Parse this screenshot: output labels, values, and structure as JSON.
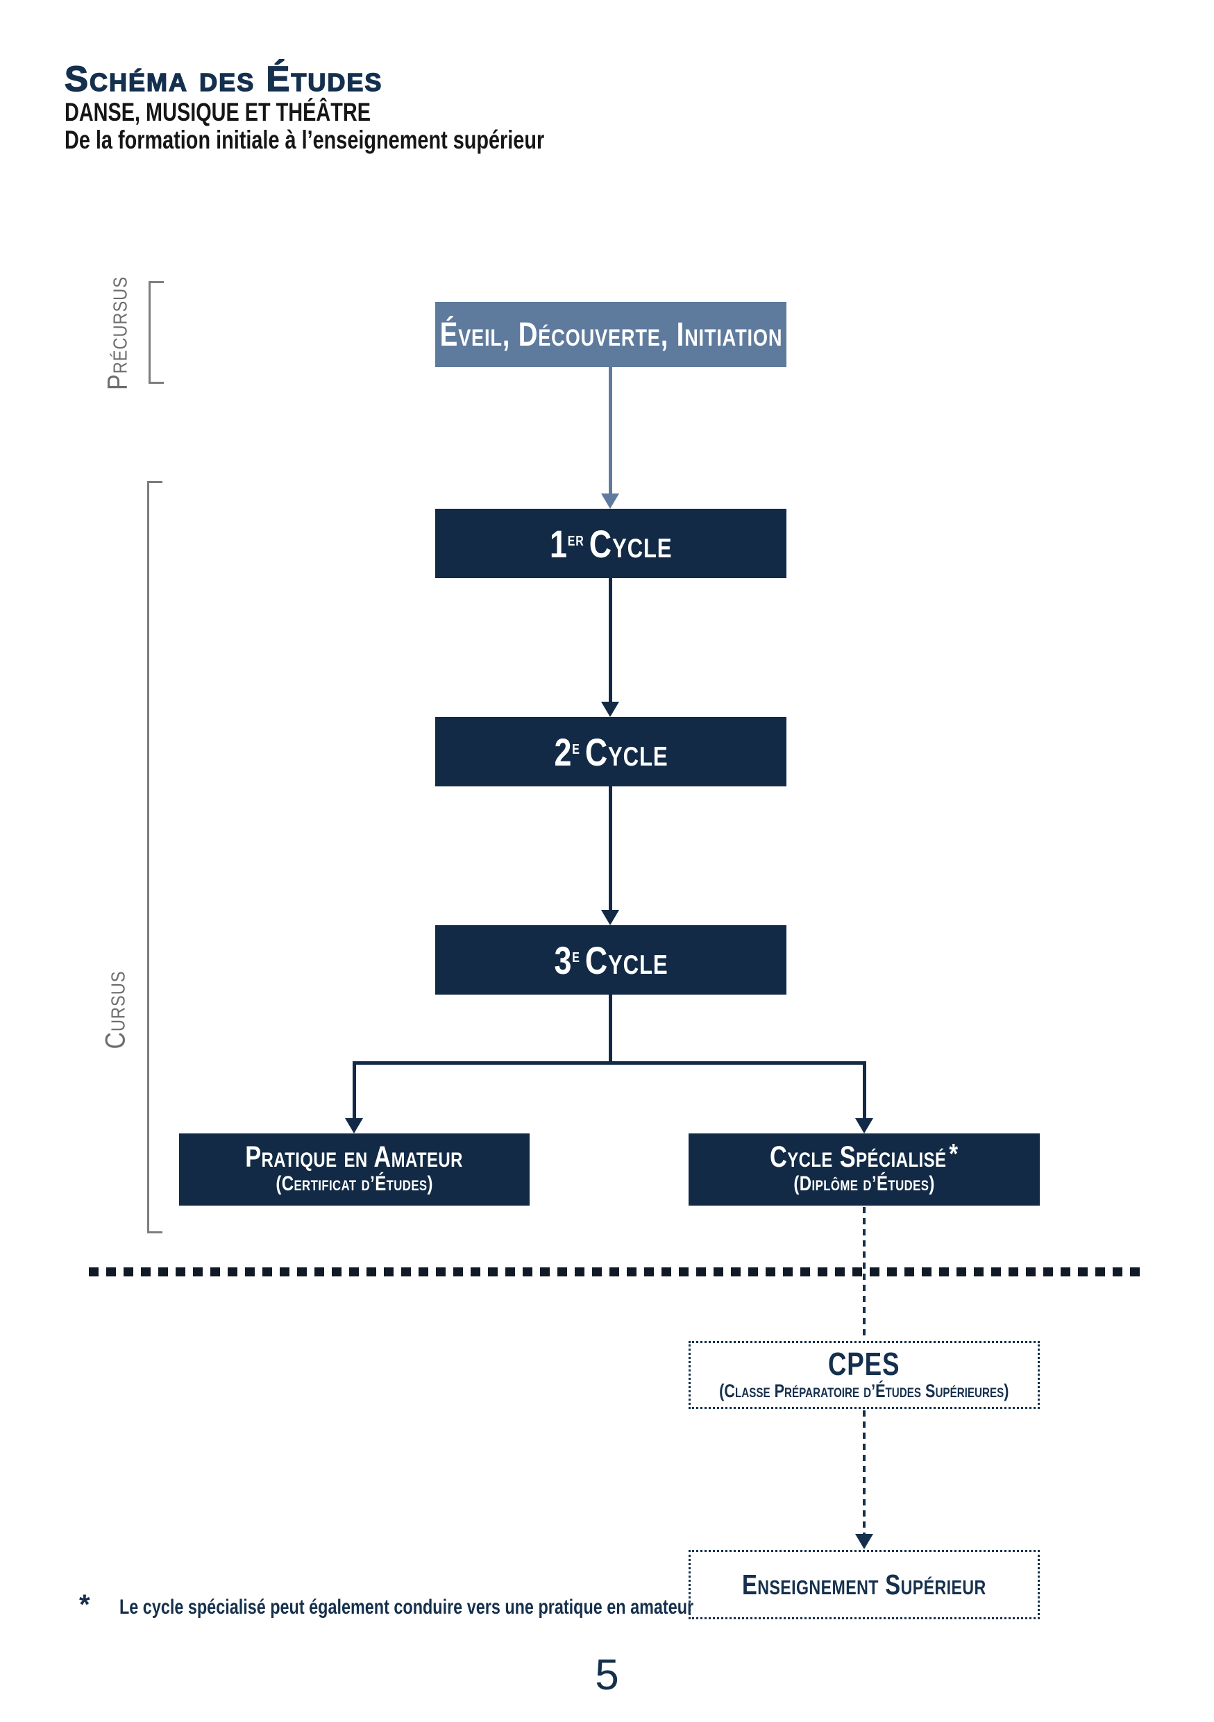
{
  "page": {
    "title": "Schéma des Études",
    "subtitle_line1": "DANSE, MUSIQUE ET THÉÂTRE",
    "subtitle_line2": "De la formation initiale à l’enseignement supérieur",
    "page_number": "5"
  },
  "sections": {
    "precursus_label": "Précursus",
    "cursus_label": "Cursus"
  },
  "nodes": {
    "eveil": {
      "label": "Éveil, Découverte, Initiation"
    },
    "cycle1": {
      "num": "1",
      "sup": "er",
      "word": "Cycle"
    },
    "cycle2": {
      "num": "2",
      "sup": "e",
      "word": "Cycle"
    },
    "cycle3": {
      "num": "3",
      "sup": "e",
      "word": "Cycle"
    },
    "amateur": {
      "title": "Pratique en Amateur",
      "subtitle": "(Certificat d’Études)"
    },
    "specialise": {
      "title": "Cycle Spécialisé",
      "suffix": "*",
      "subtitle": "(Diplôme d’Études)"
    },
    "cpes": {
      "title": "CPES",
      "subtitle": "(Classe Préparatoire d’Études Supérieures)"
    },
    "superieur": {
      "title": "Enseignement Supérieur"
    }
  },
  "edges": [
    {
      "from": "eveil",
      "to": "cycle1",
      "style": "solid",
      "color": "#5e7b9d"
    },
    {
      "from": "cycle1",
      "to": "cycle2",
      "style": "solid",
      "color": "#122a45"
    },
    {
      "from": "cycle2",
      "to": "cycle3",
      "style": "solid",
      "color": "#122a45"
    },
    {
      "from": "cycle3",
      "to": "amateur",
      "style": "solid",
      "color": "#122a45"
    },
    {
      "from": "cycle3",
      "to": "specialise",
      "style": "solid",
      "color": "#122a45"
    },
    {
      "from": "specialise",
      "to": "cpes",
      "style": "dotted",
      "color": "#15304d"
    },
    {
      "from": "cpes",
      "to": "superieur",
      "style": "dotted",
      "color": "#15304d"
    }
  ],
  "footnote": {
    "marker": "*",
    "text": "Le cycle spécialisé peut également conduire vers une pratique en amateur"
  },
  "colors": {
    "navy_box": "#122a45",
    "slate_box": "#5e7b9d",
    "ink_navy": "#15304d",
    "heading_navy": "#14304e",
    "gray_label": "#6d6d6d",
    "gray_bracket": "#7d7d7d",
    "separator_dark": "#101a26",
    "background": "#ffffff"
  }
}
